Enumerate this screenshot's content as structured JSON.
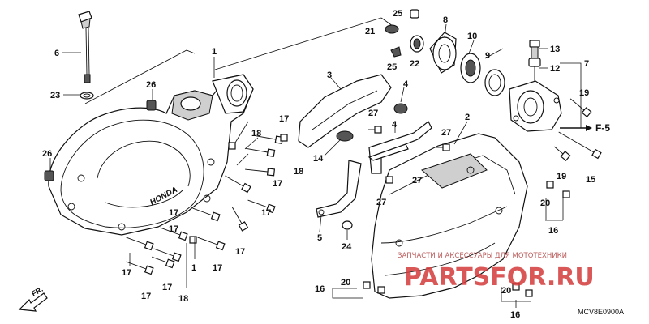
{
  "diagram": {
    "callouts": {
      "c1a": "1",
      "c1b": "1",
      "c2": "2",
      "c3": "3",
      "c4a": "4",
      "c4b": "4",
      "c5": "5",
      "c6": "6",
      "c7": "7",
      "c8": "8",
      "c9": "9",
      "c10": "10",
      "c12": "12",
      "c13": "13",
      "c14": "14",
      "c15": "15",
      "c16a": "16",
      "c16b": "16",
      "c16c": "16",
      "c17a": "17",
      "c17b": "17",
      "c17c": "17",
      "c17d": "17",
      "c17e": "17",
      "c17f": "17",
      "c17g": "17",
      "c17h": "17",
      "c17i": "17",
      "c17j": "17",
      "c18a": "18",
      "c18b": "18",
      "c18c": "18",
      "c19a": "19",
      "c19b": "19",
      "c20a": "20",
      "c20b": "20",
      "c20c": "20",
      "c21": "21",
      "c22": "22",
      "c23": "23",
      "c24": "24",
      "c25a": "25",
      "c25b": "25",
      "c26a": "26",
      "c26b": "26",
      "c27a": "27",
      "c27b": "27",
      "c27c": "27",
      "c27d": "27"
    },
    "direction_label": "F-5",
    "front_label": "FR.",
    "diagram_code": "MCV8E0900A",
    "watermark_top": "ЗАПЧАСТИ И АКСЕССУАРЫ ДЛЯ МОТОТЕХНИКИ",
    "watermark_main": "PARTSFOR.RU",
    "cover_logo": "HONDA",
    "colors": {
      "ink": "#111111",
      "watermark": "#d43a3a",
      "shade": "#cfcfcf"
    }
  }
}
